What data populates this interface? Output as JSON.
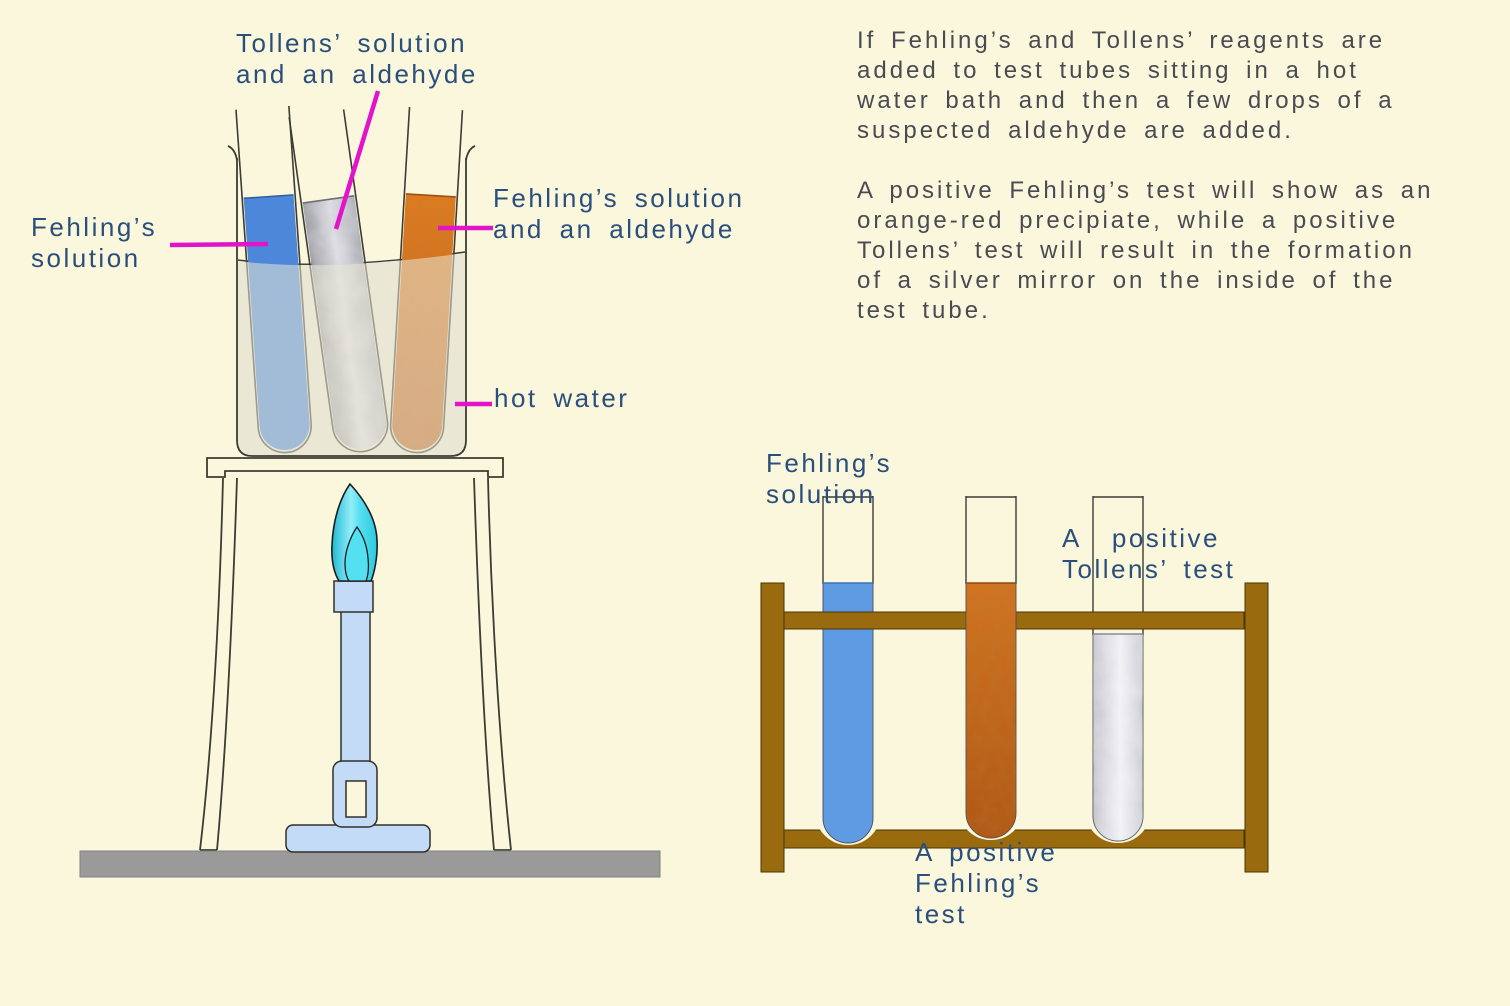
{
  "background_color": "#FBF7DC",
  "palette": {
    "label_blue": "#2A4F7D",
    "body_text_gray": "#4A4A52",
    "leader_magenta": "#E313C9",
    "fehlings_blue": "#4C87D9",
    "rack_blue": "#5F9BE3",
    "tollens_silver": "#C9C9D0",
    "positive_fehlings_orange": "#C8681A",
    "hot_water_beige": "#EAE7D5",
    "burner_body_blue": "#C4DBF8",
    "flame_cyan": "#35D2E8",
    "rack_wood_brown": "#9A6A0E",
    "bench_gray": "#9A9A9A"
  },
  "left_diagram": {
    "labels": {
      "tollens_tube": "Tollens’ solution\nand an aldehyde",
      "fehlings_tube": "Fehling’s\nsolution",
      "fehlings_aldehyde_tube": "Fehling’s solution\nand an aldehyde",
      "hot_water": "hot water"
    }
  },
  "right_text": {
    "paragraph1": "If Fehling’s and Tollens’ reagents are\nadded to test tubes sitting in a hot\nwater bath and then a few drops of a\nsuspected aldehyde are added.",
    "paragraph2": "A positive Fehling’s test will show as an\norange-red precipiate, while a positive\nTollens’ test will result in the formation\nof a silver mirror on the inside of the\ntest tube."
  },
  "right_diagram": {
    "labels": {
      "fehlings_solution": "Fehling’s\nsolution",
      "positive_tollens": "A  positive\nTollens’ test",
      "positive_fehlings": "A positive\nFehling’s\ntest"
    }
  }
}
